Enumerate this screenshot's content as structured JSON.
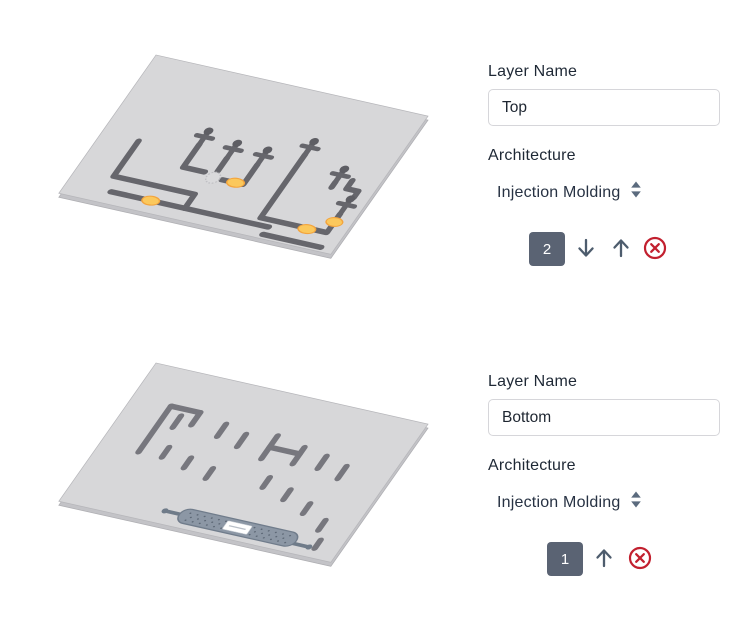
{
  "layers": [
    {
      "section": "top",
      "name_label": "Layer Name",
      "name_value": "Top",
      "architecture_label": "Architecture",
      "architecture_value": "Injection Molding",
      "order_badge": "2",
      "actions": [
        "move-down",
        "move-up",
        "delete"
      ],
      "preview": {
        "description": "isometric 3D render of Top layer plate with dark channels, port pins, valve node and yellow pads",
        "plate_color": "#d7d7d9",
        "channel_color": "#66666c",
        "pad_color": "#fbc85c"
      }
    },
    {
      "section": "bottom",
      "name_label": "Layer Name",
      "name_value": "Bottom",
      "architecture_label": "Architecture",
      "architecture_value": "Injection Molding",
      "order_badge": "1",
      "actions": [
        "move-up",
        "delete"
      ],
      "preview": {
        "description": "isometric 3D render of Bottom layer plate with short dashed channel segments and a capsule mixer component with white label",
        "plate_color": "#d7d7d9",
        "channel_color": "#77777e",
        "component_color": "#8c97a5"
      }
    }
  ],
  "icons": {
    "architecture_dropdown": "sort-arrows-icon",
    "move_down": "arrow-down-icon",
    "move_up": "arrow-up-icon",
    "delete": "circle-x-icon"
  },
  "colors": {
    "badge_bg": "#5a6373",
    "badge_text": "#ffffff",
    "icon_arrow": "#4d5c6d",
    "icon_delete": "#c2202f",
    "label_text": "#1e2835",
    "input_border": "#d6d6da",
    "plate": "#d7d7d9",
    "pad_yellow": "#fbc85c"
  }
}
